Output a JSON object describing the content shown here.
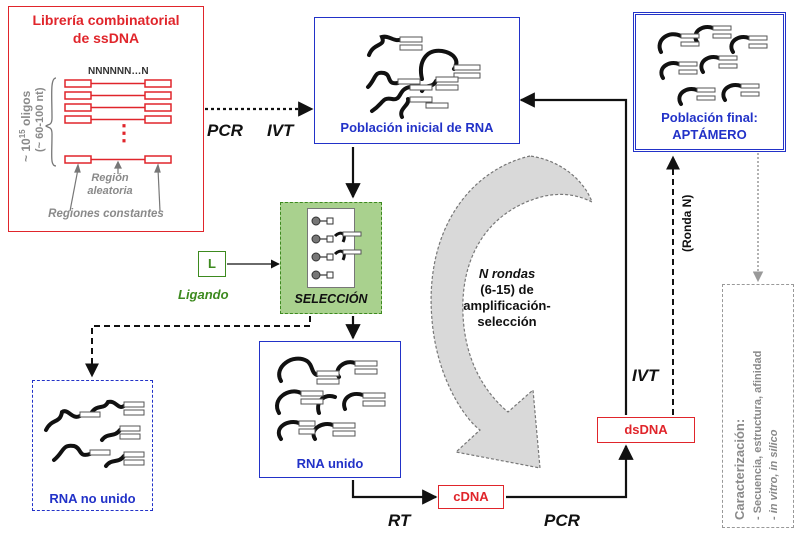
{
  "library": {
    "title_line1": "Librería combinatorial",
    "title_line2": "de ssDNA",
    "random_seq": "NNNNNN…N",
    "oligos_line1": "~ 10",
    "oligos_exp": "15",
    "oligos_line1_end": " oligos",
    "oligos_line2": "(~ 60-100 nt)",
    "dots": "⋮",
    "random_region_line1": "Región",
    "random_region_line2": "aleatoria",
    "constant_regions": "Regiones constantes"
  },
  "steps": {
    "pcr_first": "PCR",
    "ivt_first": "IVT",
    "initial_population": "Población inicial de RNA",
    "ligand_symbol": "L",
    "ligand_label": "Ligando",
    "selection": "SELECCIÓN",
    "bound_rna": "RNA unido",
    "unbound_rna": "RNA no unido",
    "rt": "RT",
    "cdna": "cDNA",
    "pcr_second": "PCR",
    "dsdna": "dsDNA",
    "ivt_second": "IVT",
    "round_n": "(Ronda N)",
    "rounds_line1": "N rondas",
    "rounds_line2": "(6-15) de",
    "rounds_line3": "amplificación-",
    "rounds_line4": "selección",
    "final_line1": "Población final:",
    "final_line2": "APTÁMERO"
  },
  "characterization": {
    "line1": "Caracterización:",
    "line2": "- Secuencia, estructura, afinidad",
    "line3": "- in vitro, in silico"
  },
  "colors": {
    "red": "#e0252b",
    "blue": "#2232c8",
    "green": "#3d8a1f",
    "selection_fill": "#a9d18e",
    "cycle_arrow": "#d9d9d9",
    "grey": "#8a8a8a"
  }
}
